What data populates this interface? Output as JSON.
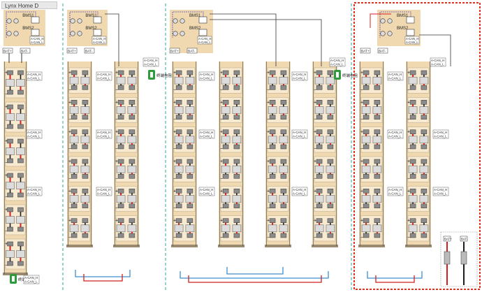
{
  "title": "Lynx Home D",
  "labels": {
    "bms1": "BMS1",
    "bms2": "BMS2",
    "bat_plus": "BAT+",
    "bat_minus": "BAT-",
    "can_h": "A-CAN_H",
    "can_l": "A-CAN_L",
    "terminal_resistor": "终端电阻"
  },
  "colors": {
    "panel_bg": "#f0d9b0",
    "positive_wire": "#d42020",
    "negative_wire": "#1c1c1c",
    "bus_blue": "#3c8fd0",
    "comm_purple": "#5a4ab0",
    "divider": "#2aa89a",
    "highlight_box": "#e03020",
    "resistor_green": "#2e9a3a"
  },
  "systems": [
    {
      "id": "sys-1",
      "towers": 1,
      "highlighted": false
    },
    {
      "id": "sys-2",
      "towers": 2,
      "highlighted": false
    },
    {
      "id": "sys-3",
      "towers": 4,
      "highlighted": false
    },
    {
      "id": "sys-4",
      "towers": 2,
      "highlighted": true
    }
  ]
}
